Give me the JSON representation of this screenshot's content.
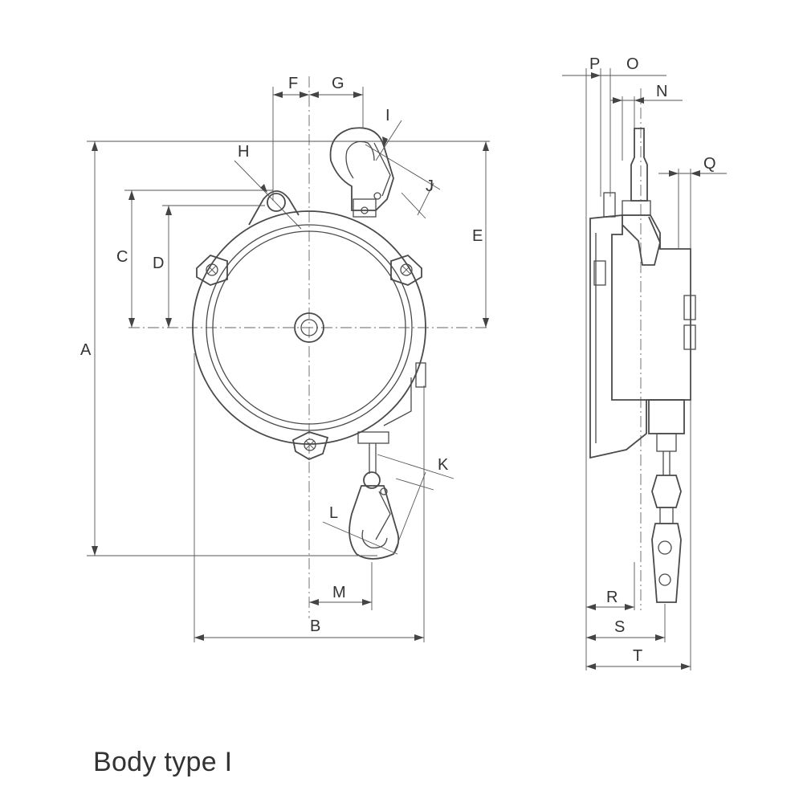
{
  "figure": {
    "caption": "Body type I",
    "dimension_labels": {
      "A": "A",
      "B": "B",
      "C": "C",
      "D": "D",
      "E": "E",
      "F": "F",
      "G": "G",
      "H": "H",
      "I": "I",
      "J": "J",
      "K": "K",
      "L": "L",
      "M": "M",
      "N": "N",
      "O": "O",
      "P": "P",
      "Q": "Q",
      "R": "R",
      "S": "S",
      "T": "T"
    }
  }
}
